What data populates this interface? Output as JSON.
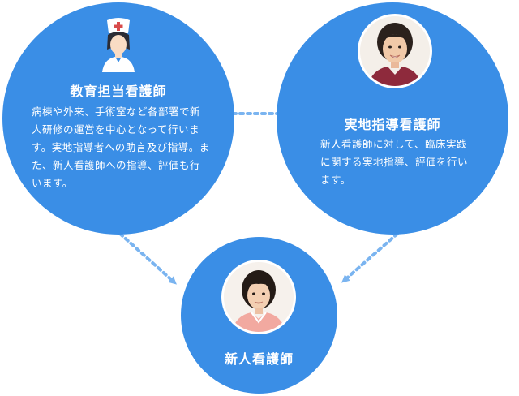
{
  "roles": [
    {
      "title": "教育担当看護師",
      "description": "病棟や外来、手術室など各部署で新人研修の運営を中心となって行います。実地指導者への助言及び指導。また、新人看護師への指導、評価も行います。"
    },
    {
      "title": "実地指導看護師",
      "description": "新人看護師に対して、臨床実践に関する実地指導、評価を行います。"
    },
    {
      "title": "新人看護師"
    }
  ],
  "icons": {
    "educator": "nurse-cap-icon"
  },
  "colors": {
    "circle": "#3a8ee6",
    "arrow": "#7ab4f0",
    "text": "#ffffff"
  }
}
